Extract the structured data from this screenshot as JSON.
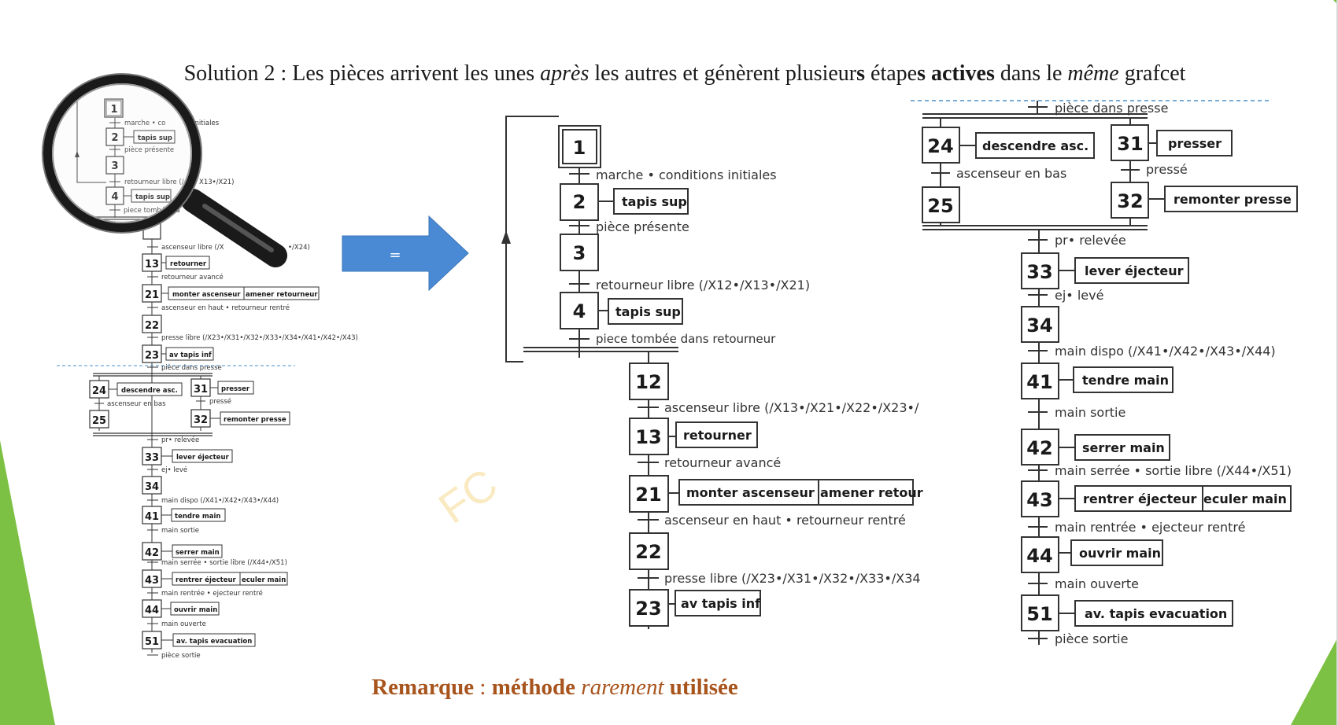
{
  "title": {
    "p1": "Solution 2 : Les pièces arrivent les unes ",
    "p2": "après",
    "p3": " les autres et génèrent plusieur",
    "p4": "s",
    "p5": " étape",
    "p6": "s actives",
    "p7": " dans le ",
    "p8": "même",
    "p9": " grafcet"
  },
  "remark": {
    "r1": "Remarque",
    "r2": " : ",
    "r3": "méthode",
    "r4": " ",
    "r5": "rarement",
    "r6": " ",
    "r7": "utilisée"
  },
  "arrow_label": "=",
  "watermark": "FC",
  "colors": {
    "accent_green": "#7cc143",
    "arrow_blue": "#4a8ad4",
    "remark": "#a8541d",
    "separator": "#4a90c8"
  },
  "icons": {
    "magnifier": "magnifying-glass-icon",
    "arrow": "right-arrow-icon"
  },
  "steps": {
    "s1": "1",
    "s2": "2",
    "s3": "3",
    "s4": "4",
    "s12": "12",
    "s13": "13",
    "s21": "21",
    "s22": "22",
    "s23": "23",
    "s24": "24",
    "s25": "25",
    "s31": "31",
    "s32": "32",
    "s33": "33",
    "s34": "34",
    "s41": "41",
    "s42": "42",
    "s43": "43",
    "s44": "44",
    "s51": "51"
  },
  "actions": {
    "a2": "tapis sup",
    "a4": "tapis sup",
    "a13": "retourner",
    "a21a": "monter ascenseur",
    "a21b": "amener retour",
    "a21b_full": "amener retourneur",
    "a23": "av tapis inf",
    "a24": "descendre asc.",
    "a31": "presser",
    "a32": "remonter presse",
    "a33": "lever éjecteur",
    "a41": "tendre main",
    "a42": "serrer main",
    "a43a": "rentrer éjecteur",
    "a43b": "reculer main",
    "a43b_cut": "eculer main",
    "a44": "ouvrir main",
    "a51": "av. tapis evacuation"
  },
  "transitions": {
    "t1": "marche • conditions initiales",
    "t1_thumb": "marche • co",
    "t1_thumb_b": "s initiales",
    "t2": "pièce présente",
    "t3": "retourneur libre (/X12•/X13•/X21)",
    "t3_thumb": "retourneur libre (/",
    "t3_thumb_b": "X13•/X21)",
    "t4": "piece tombée dans retourneur",
    "t4_thumb": "piece tombée da",
    "t12": "ascenseur libre (/X13•/X21•/X22•/X23•/",
    "t12_thumb": "ascenseur libre (/X",
    "t12_thumb_b": "•/X24)",
    "t13": "retourneur avancé",
    "t21": "ascenseur en haut • retourneur rentré",
    "t22": "presse libre (/X23•/X31•/X32•/X33•/X34",
    "t22_thumb": "presse libre (/X23•/X31•/X32•/X33•/X34•/X41•/X42•/X43)",
    "t23": "pièce dans presse",
    "t24": "ascenseur en bas",
    "t31": "pressé",
    "tjoin": "pr• relevée",
    "t33": "ej• levé",
    "t34": "main dispo (/X41•/X42•/X43•/X44)",
    "t41": "main sortie",
    "t42": "main serrée • sortie libre (/X44•/X51)",
    "t43": "main rentrée • ejecteur rentré",
    "t44": "main ouverte",
    "t51": "pièce sortie"
  }
}
